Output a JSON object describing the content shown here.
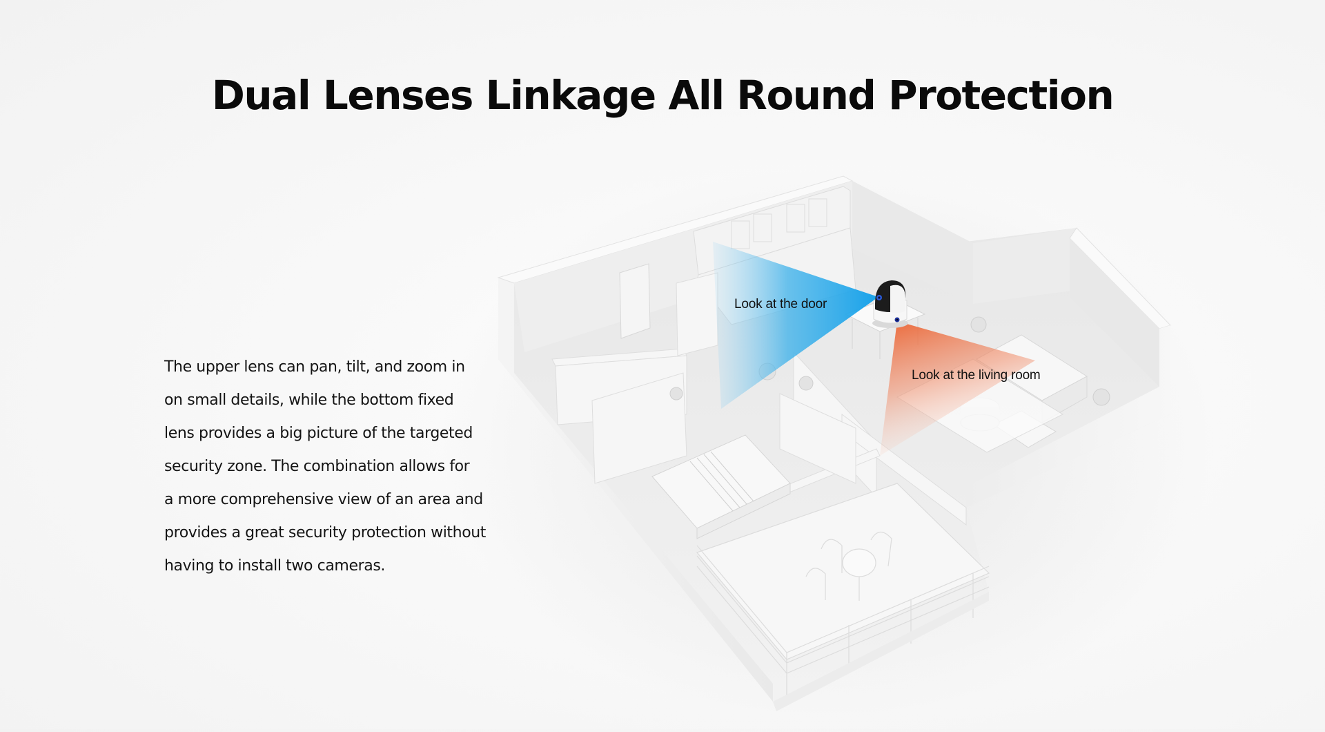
{
  "header": {
    "title": "Dual Lenses Linkage All Round Protection"
  },
  "description": {
    "lines": [
      "The upper lens can pan, tilt, and zoom in",
      "on small details, while the bottom fixed",
      "lens provides a big picture of the targeted",
      "security zone. The combination allows for",
      "a more comprehensive view of an area and",
      "provides a great security protection without",
      "having to install two cameras."
    ]
  },
  "illustration": {
    "upper_lens_label": "Look at the door",
    "bottom_lens_label": "Look at the living room",
    "upper_beam_color": "#1aa3e8",
    "bottom_beam_color": "#ee6a3c",
    "camera_icon": "dual-lens-ptz-camera"
  }
}
